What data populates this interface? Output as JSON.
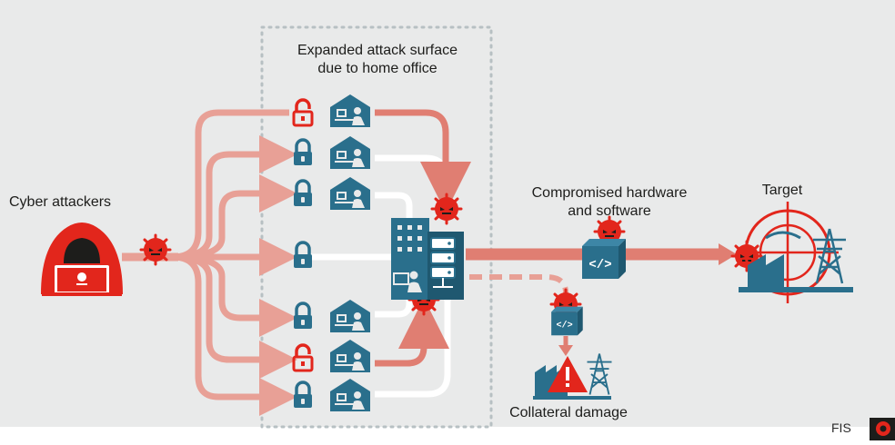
{
  "labels": {
    "surface": "Expanded attack surface\ndue to home office",
    "attackers": "Cyber attackers",
    "compromised": "Compromised hardware\nand software",
    "target": "Target",
    "collateral": "Collateral damage"
  },
  "brand": "FIS",
  "colors": {
    "background": "#e9eaea",
    "attack_path": "#e8a096",
    "attack_path_strong": "#e07e72",
    "red": "#e2261c",
    "blue": "#2a6f8c",
    "white_path": "#ffffff"
  },
  "icons": [
    "hooded-attacker-icon",
    "malware-bug-icon",
    "padlock-icon",
    "open-padlock-icon",
    "home-office-icon",
    "office-building-icon",
    "server-icon",
    "code-box-icon",
    "crosshair-target-icon",
    "power-pylon-icon",
    "factory-icon",
    "warning-icon"
  ]
}
